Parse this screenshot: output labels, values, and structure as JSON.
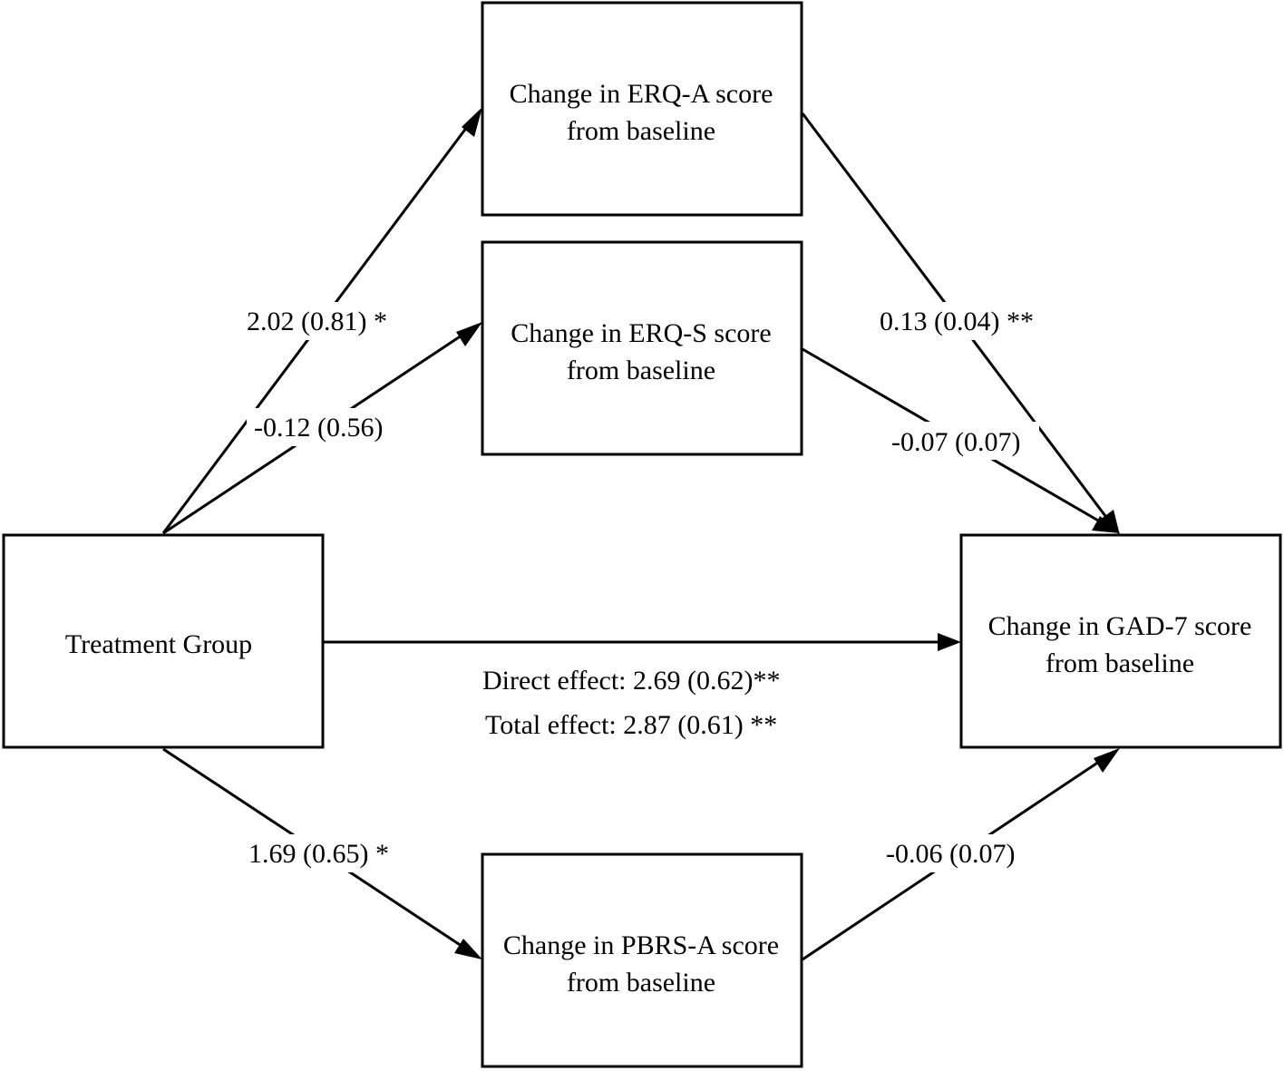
{
  "nodes": {
    "treatment": {
      "lines": [
        "Treatment Group"
      ]
    },
    "erq_a": {
      "lines": [
        "Change in ERQ-A score",
        "from baseline"
      ]
    },
    "erq_s": {
      "lines": [
        "Change in ERQ-S score",
        "from baseline"
      ]
    },
    "gad7": {
      "lines": [
        "Change in GAD-7 score",
        "from baseline"
      ]
    },
    "pbrs_a": {
      "lines": [
        "Change in PBRS-A score",
        "from baseline"
      ]
    }
  },
  "edges": {
    "treatment_erq_a": "2.02 (0.81) *",
    "treatment_erq_s": "-0.12 (0.56)",
    "erq_a_gad7": "0.13 (0.04) **",
    "erq_s_gad7": "-0.07 (0.07)",
    "treatment_pbrs_a": "1.69 (0.65) *",
    "pbrs_a_gad7": "-0.06 (0.07)",
    "direct_effect": "Direct effect: 2.69 (0.62)**",
    "total_effect": "Total effect: 2.87 (0.61) **"
  }
}
